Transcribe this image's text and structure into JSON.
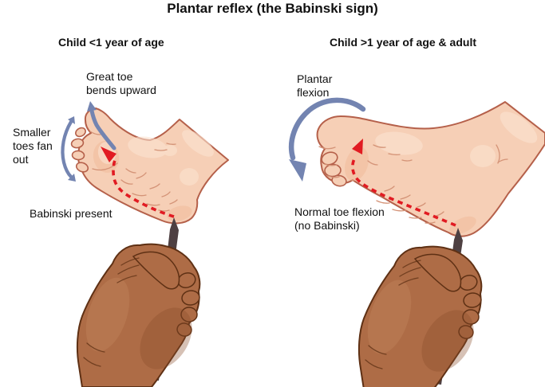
{
  "title": "Plantar reflex (the Babinski sign)",
  "colors": {
    "title_text": "#111111",
    "reflex_path_red": "#e11b22",
    "arrow_blue": "#7384b1",
    "foot_skin": "#f6cfb6",
    "foot_outline": "#b5604a",
    "hand_skin": "#ae6c46",
    "stick": "#4e4042"
  },
  "left_panel": {
    "heading": "Child <1 year of age",
    "toe_label": "Great toe\nbends upward",
    "fan_label": "Smaller\ntoes fan\nout",
    "result_label": "Babinski present"
  },
  "right_panel": {
    "heading": "Child >1 year of age & adult",
    "flexion_label": "Plantar\nflexion",
    "result_label": "Normal toe flexion\n(no Babinski)"
  }
}
